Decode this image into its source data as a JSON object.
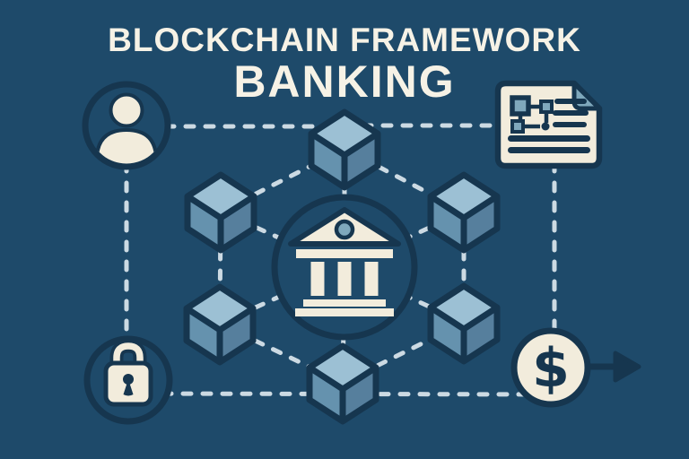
{
  "title": {
    "line1": "BLOCKCHAIN FRAMEWORK",
    "line2": "BANKING"
  },
  "dollar_symbol": "$",
  "colors": {
    "background": "#1e4a6a",
    "outline_navy": "#16364f",
    "cream": "#f2ecdc",
    "title_text": "#f6f2e6",
    "accent_light_blue": "#7fa8bc",
    "cube_top_face": "#9cc0d4",
    "cube_left_face": "#6592ae",
    "cube_right_face": "#567f9d",
    "dashed_line": "#ccdae3"
  },
  "diagram": {
    "hub_icon": "bank-building-in-circle",
    "ring_nodes": [
      "blockchain-cube-top",
      "blockchain-cube-top-left",
      "blockchain-cube-top-right",
      "blockchain-cube-bottom-left",
      "blockchain-cube-bottom-right",
      "blockchain-cube-bottom"
    ],
    "corner_icons": [
      {
        "position": "top-left",
        "icon": "user"
      },
      {
        "position": "top-right",
        "icon": "ledger-document"
      },
      {
        "position": "bottom-left",
        "icon": "padlock"
      },
      {
        "position": "bottom-right",
        "icon": "dollar-transfer-arrow"
      }
    ],
    "connections": "dashed lines join corner icons, the six cubes and the central bank hub"
  }
}
